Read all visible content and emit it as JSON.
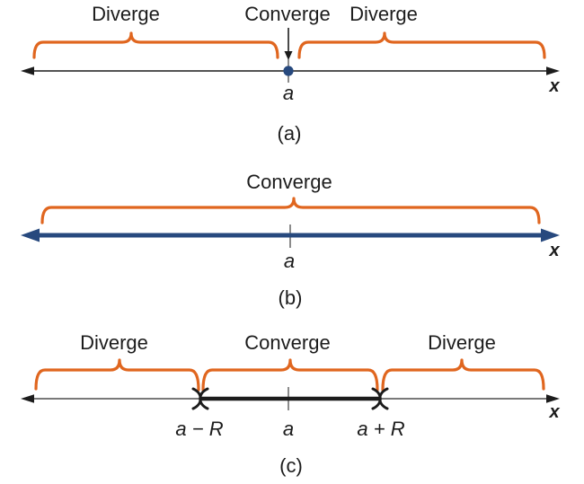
{
  "figure": {
    "description": "Three number lines showing where a power series converges or diverges",
    "colors": {
      "brace_orange": "#E0661F",
      "navy": "#27497E",
      "ink": "#1C1C1C",
      "gray_line": "#4D4D4D",
      "tick_gray": "#6E6E6E"
    },
    "panels": {
      "a": {
        "caption": "(a)",
        "axis_label": "x",
        "label_left": "Diverge",
        "label_center": "Converge",
        "label_right": "Diverge",
        "point_label": "a"
      },
      "b": {
        "caption": "(b)",
        "axis_label": "x",
        "label_center": "Converge",
        "point_label": "a"
      },
      "c": {
        "caption": "(c)",
        "axis_label": "x",
        "label_left": "Diverge",
        "label_center": "Converge",
        "label_right": "Diverge",
        "point_label_left": "a − R",
        "point_label_center": "a",
        "point_label_right": "a + R"
      }
    }
  }
}
